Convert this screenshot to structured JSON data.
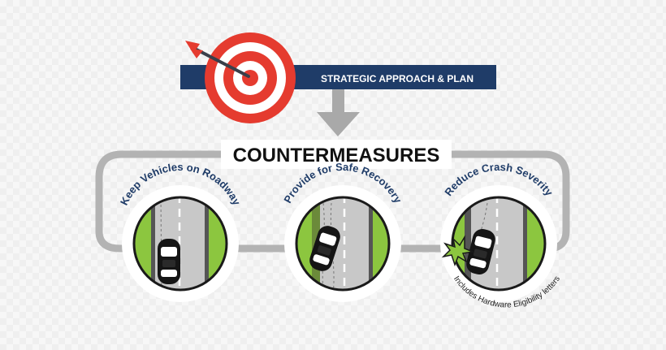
{
  "diagram": {
    "top_banner": {
      "label": "STRATEGIC APPROACH & PLAN",
      "banner_color": "#1f3c68",
      "icon": "target-with-arrow-icon"
    },
    "center_label": "COUNTERMEASURES",
    "categories": [
      {
        "label": "Keep Vehicles on Roadway",
        "icon": "car-on-road-icon"
      },
      {
        "label": "Provide for Safe Recovery",
        "icon": "car-recovering-off-road-icon"
      },
      {
        "label": "Reduce Crash Severity",
        "icon": "car-crash-impact-icon",
        "note": "Includes Hardware Eligibility letters"
      }
    ],
    "colors": {
      "target_red": "#e53b2f",
      "connector_gray": "#b3b3b3",
      "grass_green": "#8cc63f",
      "road_gray": "#c8c8c8",
      "label_navy": "#1f3c68"
    }
  }
}
